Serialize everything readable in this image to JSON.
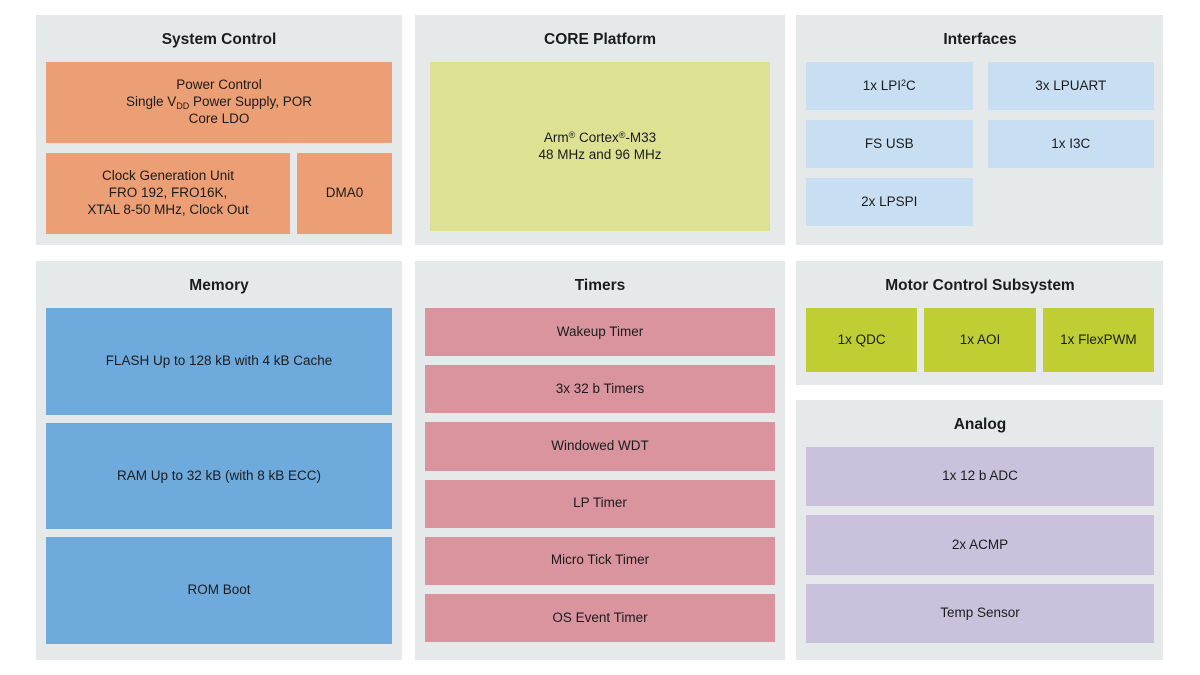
{
  "colors": {
    "page_bg": "#ffffff",
    "panel_bg": "#e5e9ea",
    "text": "#1c1c1c",
    "system_control_orange": "#ec9e75",
    "core_platform_yellow_green": "#dde293",
    "interfaces_light_blue": "#c7def3",
    "memory_blue": "#6faadc",
    "timers_pink": "#d9949e",
    "motor_control_green": "#bfce33",
    "analog_purple": "#cac2dd"
  },
  "panels": [
    {
      "key": "system-control",
      "title": "System Control",
      "block_color": "#ec9e75",
      "blocks": [
        {
          "name": "power-control",
          "lines": [
            [
              {
                "t": "Power Control"
              }
            ],
            [
              {
                "t": "Single V"
              },
              {
                "t": "DD",
                "s": "sub"
              },
              {
                "t": " Power Supply, POR"
              }
            ],
            [
              {
                "t": "Core LDO"
              }
            ]
          ]
        },
        {
          "name": "clock-generation-unit",
          "lines": [
            [
              {
                "t": "Clock Generation Unit"
              }
            ],
            [
              {
                "t": "FRO 192, FRO16K,"
              }
            ],
            [
              {
                "t": "XTAL 8-50 MHz, Clock Out"
              }
            ]
          ]
        },
        {
          "name": "dma0",
          "lines": [
            [
              {
                "t": "DMA0"
              }
            ]
          ]
        }
      ]
    },
    {
      "key": "core-platform",
      "title": "CORE Platform",
      "block_color": "#dde293",
      "blocks": [
        {
          "name": "arm-cortex-m33",
          "lines": [
            [
              {
                "t": "Arm"
              },
              {
                "t": "®",
                "s": "sup"
              },
              {
                "t": " Cortex"
              },
              {
                "t": "®",
                "s": "sup"
              },
              {
                "t": "-M33"
              }
            ],
            [
              {
                "t": "48 MHz and 96 MHz"
              }
            ]
          ]
        }
      ]
    },
    {
      "key": "interfaces",
      "title": "Interfaces",
      "block_color": "#c7def3",
      "blocks": [
        {
          "name": "lpi2c",
          "lines": [
            [
              {
                "t": "1x LPI"
              },
              {
                "t": "2",
                "s": "sup"
              },
              {
                "t": "C"
              }
            ]
          ]
        },
        {
          "name": "lpuart",
          "lines": [
            [
              {
                "t": "3x LPUART"
              }
            ]
          ]
        },
        {
          "name": "fs-usb",
          "lines": [
            [
              {
                "t": "FS USB"
              }
            ]
          ]
        },
        {
          "name": "i3c",
          "lines": [
            [
              {
                "t": "1x I3C"
              }
            ]
          ]
        },
        {
          "name": "lpspi",
          "lines": [
            [
              {
                "t": "2x LPSPI"
              }
            ]
          ]
        }
      ]
    },
    {
      "key": "memory",
      "title": "Memory",
      "block_color": "#6faadc",
      "blocks": [
        {
          "name": "flash",
          "lines": [
            [
              {
                "t": "FLASH Up to 128 kB with 4 kB Cache"
              }
            ]
          ]
        },
        {
          "name": "ram",
          "lines": [
            [
              {
                "t": "RAM Up to 32 kB (with 8 kB ECC)"
              }
            ]
          ]
        },
        {
          "name": "rom-boot",
          "lines": [
            [
              {
                "t": "ROM Boot"
              }
            ]
          ]
        }
      ]
    },
    {
      "key": "timers",
      "title": "Timers",
      "block_color": "#d9949e",
      "blocks": [
        {
          "name": "wakeup-timer",
          "lines": [
            [
              {
                "t": "Wakeup Timer"
              }
            ]
          ]
        },
        {
          "name": "32b-timers",
          "lines": [
            [
              {
                "t": "3x 32 b Timers"
              }
            ]
          ]
        },
        {
          "name": "windowed-wdt",
          "lines": [
            [
              {
                "t": "Windowed WDT"
              }
            ]
          ]
        },
        {
          "name": "lp-timer",
          "lines": [
            [
              {
                "t": "LP Timer"
              }
            ]
          ]
        },
        {
          "name": "micro-tick-timer",
          "lines": [
            [
              {
                "t": "Micro Tick Timer"
              }
            ]
          ]
        },
        {
          "name": "os-event-timer",
          "lines": [
            [
              {
                "t": "OS Event Timer"
              }
            ]
          ]
        }
      ]
    },
    {
      "key": "motor-control",
      "title": "Motor Control Subsystem",
      "block_color": "#bfce33",
      "blocks": [
        {
          "name": "qdc",
          "lines": [
            [
              {
                "t": "1x QDC"
              }
            ]
          ]
        },
        {
          "name": "aoi",
          "lines": [
            [
              {
                "t": "1x AOI"
              }
            ]
          ]
        },
        {
          "name": "flexpwm",
          "lines": [
            [
              {
                "t": "1x FlexPWM"
              }
            ]
          ]
        }
      ]
    },
    {
      "key": "analog",
      "title": "Analog",
      "block_color": "#cac2dd",
      "blocks": [
        {
          "name": "adc",
          "lines": [
            [
              {
                "t": "1x 12 b ADC"
              }
            ]
          ]
        },
        {
          "name": "acmp",
          "lines": [
            [
              {
                "t": "2x ACMP"
              }
            ]
          ]
        },
        {
          "name": "temp-sensor",
          "lines": [
            [
              {
                "t": "Temp Sensor"
              }
            ]
          ]
        }
      ]
    }
  ]
}
